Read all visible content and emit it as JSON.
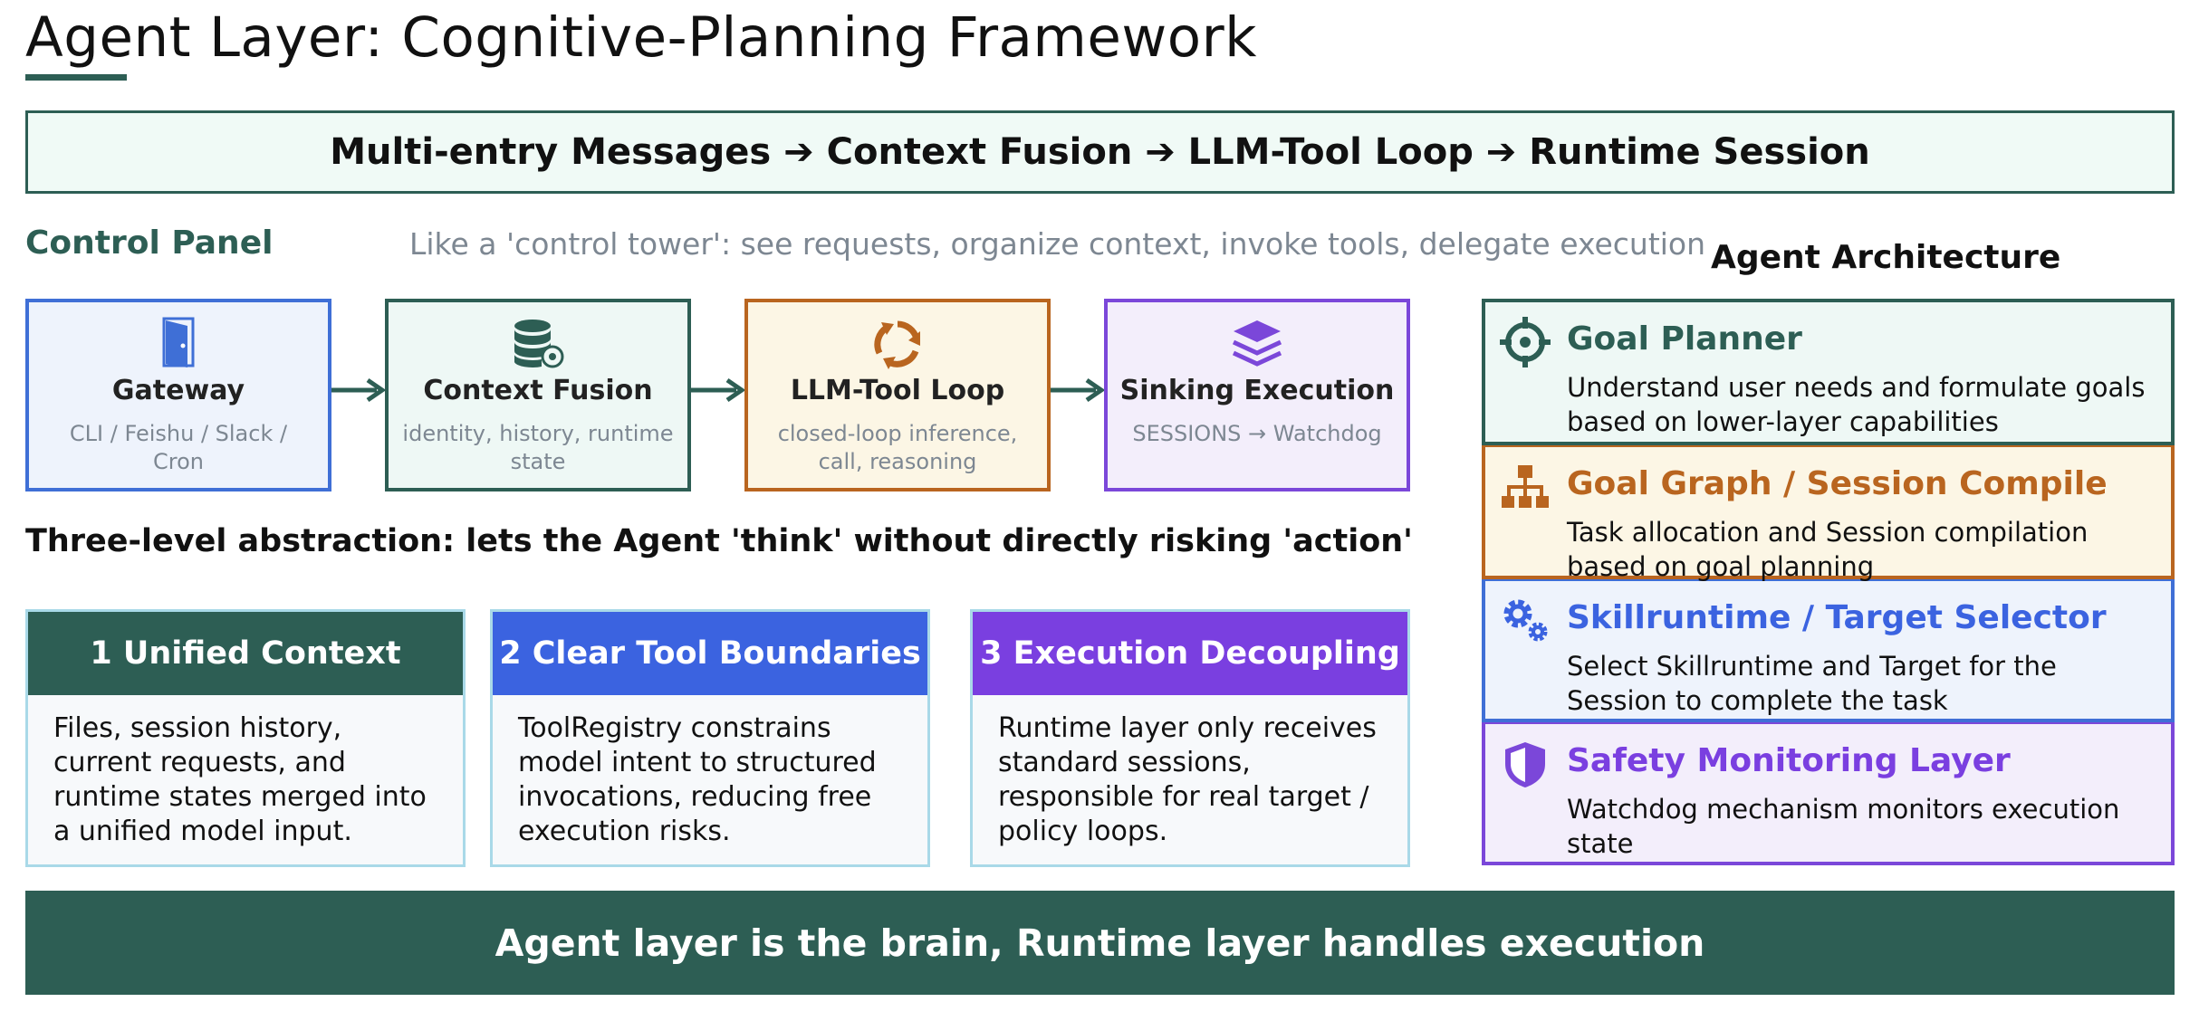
{
  "title": "Agent Layer: Cognitive-Planning Framework",
  "banner": "Multi-entry Messages ➔ Context Fusion ➔ LLM-Tool Loop ➔ Runtime Session",
  "control_panel": {
    "label": "Control Panel",
    "subtitle": "Like a 'control tower': see requests, organize context, invoke tools, delegate execution",
    "steps": [
      {
        "title": "Gateway",
        "subtitle": "CLI / Feishu / Slack / Cron",
        "icon": "door-icon"
      },
      {
        "title": "Context Fusion",
        "subtitle": "identity, history, runtime state",
        "icon": "database-icon"
      },
      {
        "title": "LLM-Tool Loop",
        "subtitle": "closed-loop inference, call, reasoning",
        "icon": "cycle-arrows-icon"
      },
      {
        "title": "Sinking Execution",
        "subtitle": "SESSIONS → Watchdog",
        "icon": "layers-icon"
      }
    ]
  },
  "three_level": {
    "title": "Three-level abstraction: lets the Agent 'think' without directly risking 'action'",
    "cards": [
      {
        "heading": "1 Unified Context",
        "body": "Files, session history, current requests, and runtime states merged into a unified model input."
      },
      {
        "heading": "2 Clear Tool Boundaries",
        "body": "ToolRegistry constrains model intent to structured invocations, reducing free execution risks."
      },
      {
        "heading": "3 Execution Decoupling",
        "body": "Runtime layer only receives standard sessions, responsible for real target / policy loops."
      }
    ]
  },
  "architecture": {
    "title": "Agent Architecture",
    "layers": [
      {
        "title": "Goal Planner",
        "description": "Understand user needs and formulate goals based on lower-layer capabilities",
        "icon": "crosshair-icon",
        "color": "#2d5e54"
      },
      {
        "title": "Goal Graph / Session Compile",
        "description": "Task allocation and Session compilation based on goal planning",
        "icon": "hierarchy-icon",
        "color": "#b9651f"
      },
      {
        "title": "Skillruntime / Target Selector",
        "description": "Select Skillruntime and Target for the Session to complete the task",
        "icon": "gears-icon",
        "color": "#3b63e0"
      },
      {
        "title": "Safety Monitoring Layer",
        "description": "Watchdog mechanism monitors execution state",
        "icon": "shield-icon",
        "color": "#7a3fe0"
      }
    ]
  },
  "footer": "Agent layer is the brain, Runtime layer handles execution",
  "colors": {
    "primary": "#2d5e54",
    "blue": "#3b63e0",
    "orange": "#b9651f",
    "purple": "#7a3fe0"
  }
}
